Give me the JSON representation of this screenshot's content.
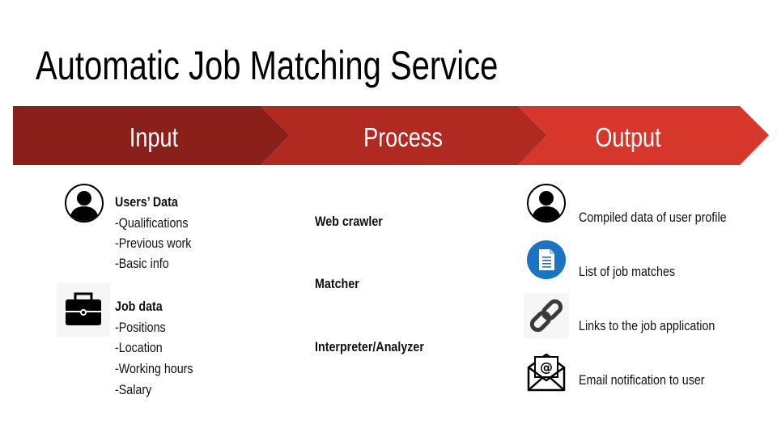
{
  "title": "Automatic Job Matching Service",
  "colors": {
    "input": "#8b1f1a",
    "process": "#b02a22",
    "output": "#d7372b"
  },
  "stages": [
    {
      "label": "Input"
    },
    {
      "label": "Process"
    },
    {
      "label": "Output"
    }
  ],
  "input": {
    "users": {
      "heading": "Users’ Data",
      "items": [
        "-Qualifications",
        "-Previous work",
        "-Basic info"
      ],
      "icon": "user-icon"
    },
    "jobs": {
      "heading": "Job data",
      "items": [
        "-Positions",
        "-Location",
        "-Working hours",
        "-Salary"
      ],
      "icon": "briefcase-icon"
    }
  },
  "process": {
    "items": [
      "Web crawler",
      "Matcher",
      "Interpreter/Analyzer"
    ]
  },
  "output": {
    "items": [
      {
        "label": "Compiled data of user profile",
        "icon": "user-icon"
      },
      {
        "label": "List of job matches",
        "icon": "document-icon"
      },
      {
        "label": "Links to the job application",
        "icon": "link-icon"
      },
      {
        "label": "Email notification to user",
        "icon": "email-icon"
      }
    ]
  }
}
